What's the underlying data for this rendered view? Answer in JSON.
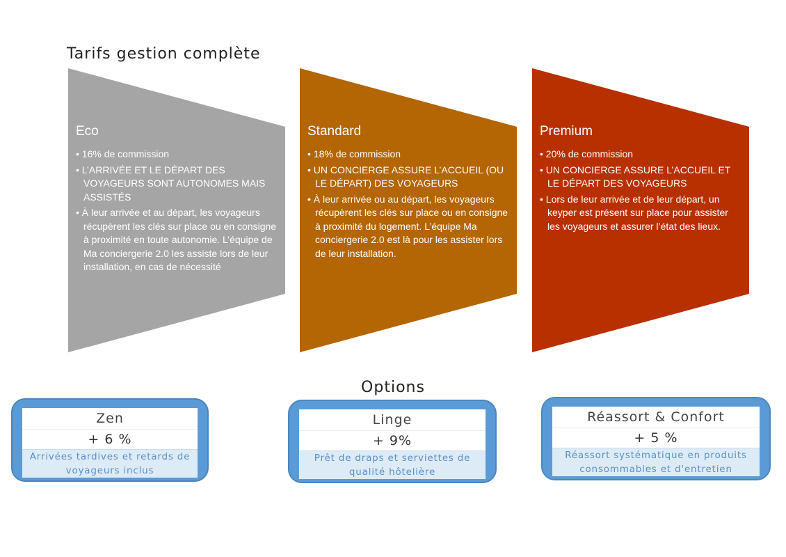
{
  "page_title": "Tarifs gestion complète",
  "plans": [
    {
      "name": "Eco",
      "color": "#a5a5a5",
      "items": [
        "16% de commission",
        "L’ARRIVÉE ET LE DÉPART DES VOYAGEURS SONT AUTONOMES MAIS ASSISTÉS",
        "À leur arrivée et au départ, les voyageurs récupèrent les clés sur place ou en consigne à proximité en toute autonomie. L’équipe de Ma conciergerie 2.0  les assiste lors de leur installation, en cas de nécessité"
      ]
    },
    {
      "name": "Standard",
      "color": "#b46504",
      "items": [
        "18% de commission",
        "UN CONCIERGE ASSURE L’ACCUEIL (OU LE DÉPART) DES VOYAGEURS",
        "À leur arrivée ou au départ, les voyageurs récupèrent les clés sur place ou en consigne à proximité du logement. L’équipe Ma conciergerie 2.0 est là pour les assister lors de leur installation."
      ]
    },
    {
      "name": "Premium",
      "color": "#b83000",
      "items": [
        "20% de commission",
        "UN CONCIERGE ASSURE L’ACCUEIL ET LE DÉPART DES VOYAGEURS",
        "Lors de leur arrivée et de leur départ, un keyper est présent sur place pour assister les voyageurs et assurer l’état des lieux."
      ]
    }
  ],
  "options_title": "Options",
  "options": [
    {
      "name": "Zen",
      "price": "+ 6 %",
      "desc_line1": "Arrivées tardives et retards de",
      "desc_line2": "voyageurs inclus"
    },
    {
      "name": "Linge",
      "price": "+ 9%",
      "desc_line1": "Prêt de draps et serviettes de",
      "desc_line2": "qualité hôtelière"
    },
    {
      "name": "Réassort & Confort",
      "price": "+ 5 %",
      "desc_line1": "Réassort systématique en produits",
      "desc_line2": "consommables et d'entretien"
    }
  ]
}
